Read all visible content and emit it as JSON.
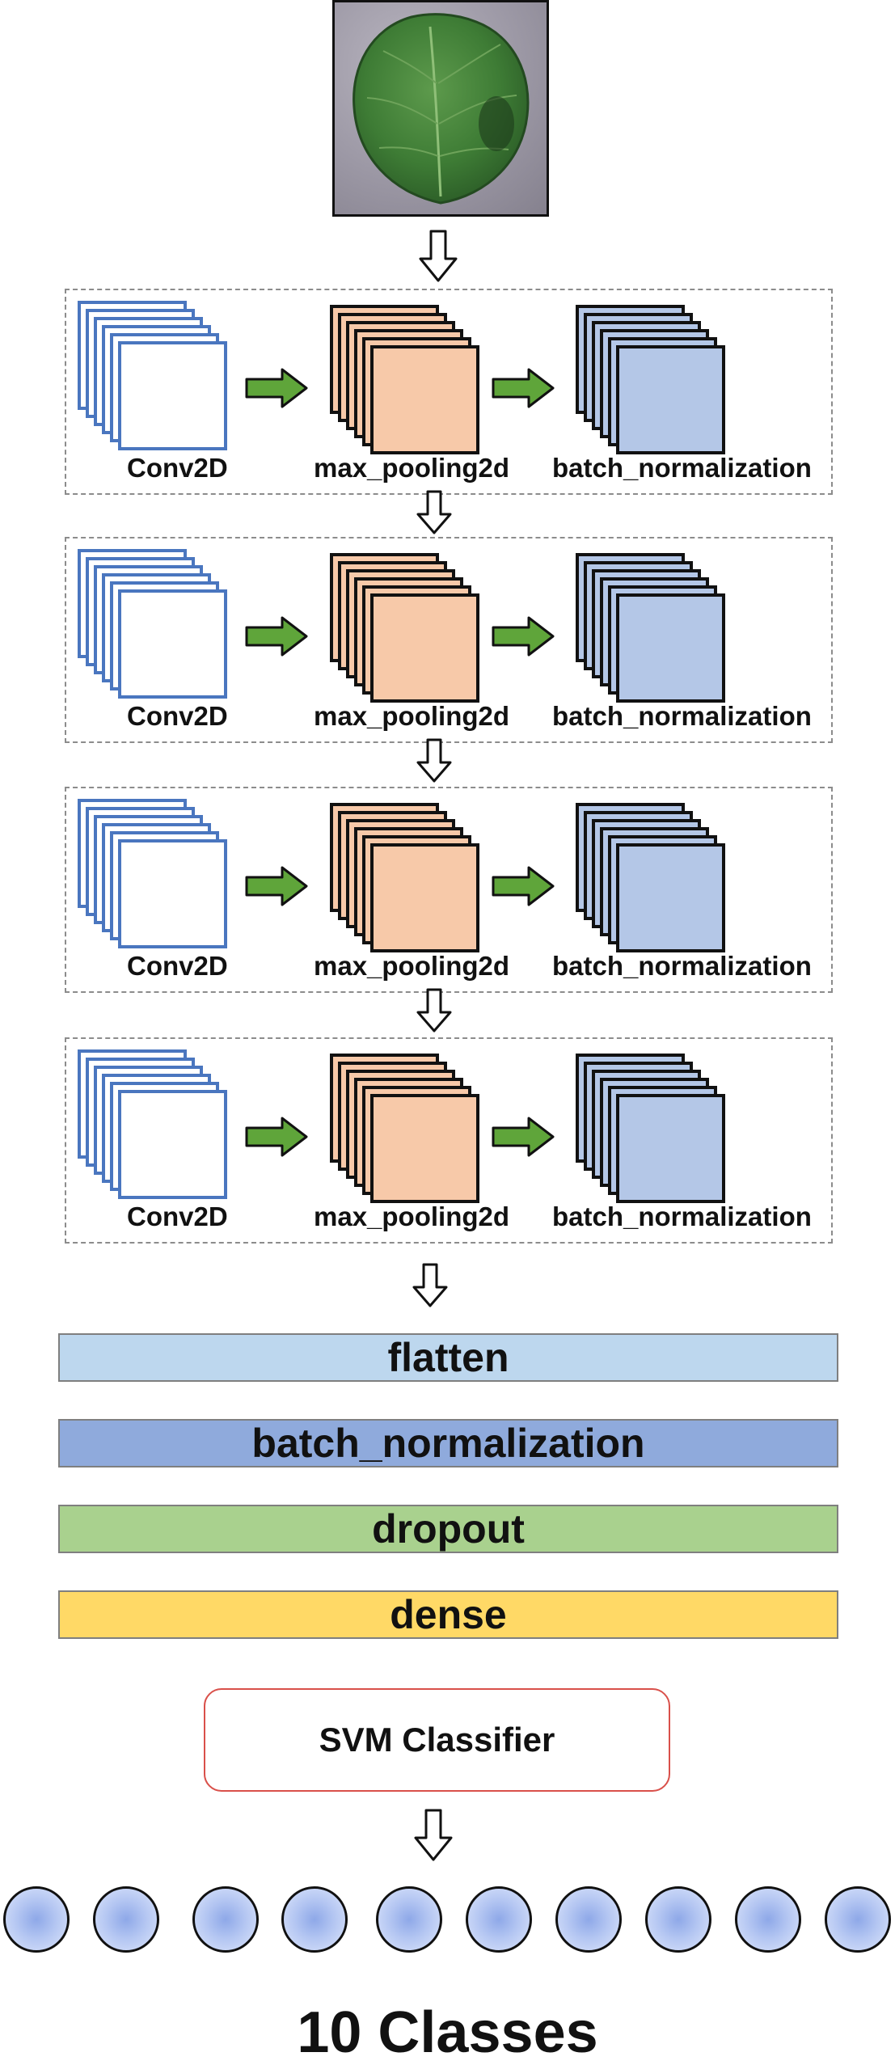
{
  "input": {
    "image_description_icon": "strawberry-leaf-image"
  },
  "colors": {
    "conv_border": "#4a76bf",
    "pool_fill": "#f7c9a9",
    "bn_fill": "#b4c7e7",
    "green_arrow": "#5fa53a",
    "flatten": "#bdd7ee",
    "batch_norm_bar": "#8faadc",
    "dropout": "#a9d18e",
    "dense": "#ffd966",
    "svm_border": "#d9504a"
  },
  "blocks": [
    {
      "conv": "Conv2D",
      "pool": "max_pooling2d",
      "bn": "batch_normalization"
    },
    {
      "conv": "Conv2D",
      "pool": "max_pooling2d",
      "bn": "batch_normalization"
    },
    {
      "conv": "Conv2D",
      "pool": "max_pooling2d",
      "bn": "batch_normalization"
    },
    {
      "conv": "Conv2D",
      "pool": "max_pooling2d",
      "bn": "batch_normalization"
    }
  ],
  "dense_layers": [
    "flatten",
    "batch_normalization",
    "dropout",
    "dense"
  ],
  "classifier": "SVM Classifier",
  "output_count": 10,
  "output_label": "10 Classes"
}
